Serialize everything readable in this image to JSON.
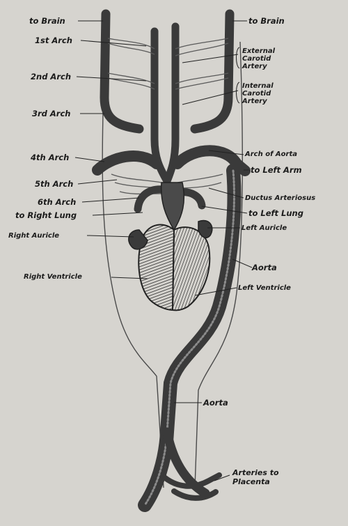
{
  "colors": {
    "paper": "#d6d4cf",
    "vessel": "#3a3a3a",
    "vessel_light": "#8c8c8c",
    "ink": "#1b1b1b"
  },
  "labels": {
    "to_brain_left": "to Brain",
    "to_brain_right": "to Brain",
    "arch_1": "1st Arch",
    "arch_2": "2nd Arch",
    "arch_3": "3rd Arch",
    "arch_4": "4th Arch",
    "arch_5": "5th Arch",
    "arch_6": "6th Arch",
    "to_right_lung": "to Right Lung",
    "right_auricle": "Right Auricle",
    "right_ventricle": "Right Ventricle",
    "external_carotid": "External Carotid Artery",
    "internal_carotid": "Internal Carotid Artery",
    "arch_of_aorta": "Arch of Aorta",
    "to_left_arm": "to Left Arm",
    "ductus_arteriosus": "Ductus Arteriosus",
    "to_left_lung": "to Left Lung",
    "left_auricle": "Left Auricle",
    "aorta_upper": "Aorta",
    "left_ventricle": "Left Ventricle",
    "aorta_lower": "Aorta",
    "arteries_to_placenta": "Arteries to Placenta"
  }
}
